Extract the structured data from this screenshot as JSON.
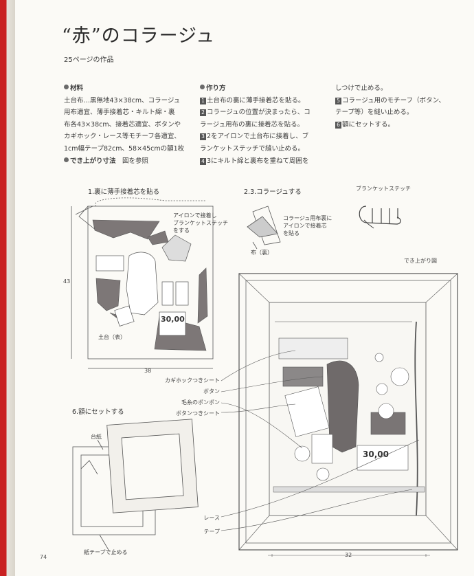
{
  "page": {
    "title": "“赤”のコラージュ",
    "subtitle": "25ページの作品",
    "page_number": "74"
  },
  "materials": {
    "heading": "材料",
    "lines": [
      "土台布…黒無地43×38cm、コラージュ",
      "用布適宜、薄手接着芯・キルト綿・裏",
      "布各43×38cm、接着芯適宜、ボタンや",
      "カギホック・レース等モチーフ各適宜、",
      "1cm幅テープ82cm、58×45cmの額1枚"
    ],
    "finished_heading": "でき上がり寸法",
    "finished_value": "図を参照"
  },
  "method": {
    "heading": "作り方",
    "steps": [
      {
        "num": "1",
        "lines": [
          "土台布の裏に薄手接着芯を貼る。"
        ]
      },
      {
        "num": "2",
        "lines": [
          "コラージュの位置が決まったら、コ",
          "ラージュ用布の裏に接着芯を貼る。"
        ]
      },
      {
        "num": "3",
        "lines": [
          "2をアイロンで土台布に接着し、ブ",
          "ランケットステッチで縫い止める。"
        ]
      },
      {
        "num": "4",
        "lines": [
          "3にキルト綿と裏布を重ねて周囲を"
        ]
      }
    ],
    "col3_lines": [
      "しつけで止める。"
    ],
    "steps2": [
      {
        "num": "5",
        "lines": [
          "コラージュ用のモチーフ（ボタン、",
          "テープ等）を縫い止める。"
        ]
      },
      {
        "num": "6",
        "lines": [
          "額にセットする。"
        ]
      }
    ]
  },
  "diagrams": {
    "step1_title": "1.裏に薄手接着芯を貼る",
    "step23_title": "2.3.コラージュする",
    "blanket_title": "ブランケットステッチ",
    "iron_note": [
      "アイロンで接着し",
      "ブランケットステッチ",
      "をする"
    ],
    "collage_note": [
      "コラージュ用布裏に",
      "アイロンで接着芯",
      "を貼る"
    ],
    "fabric_label": "布（裏）",
    "base_label": "土台（表）",
    "dim_height": "43",
    "dim_width": "38",
    "finished_title": "でき上がり図",
    "tag_value": "30,00",
    "callouts": [
      "カギホックつきシート",
      "ボタン",
      "毛糸のポンポン",
      "ボタンつきシート"
    ],
    "lace_label": "レース",
    "tape_label": "テープ",
    "finished_width": "32",
    "step6_title": "6.額にセットする",
    "board_label": "台紙",
    "paper_tape_label": "紙テープで止める"
  }
}
